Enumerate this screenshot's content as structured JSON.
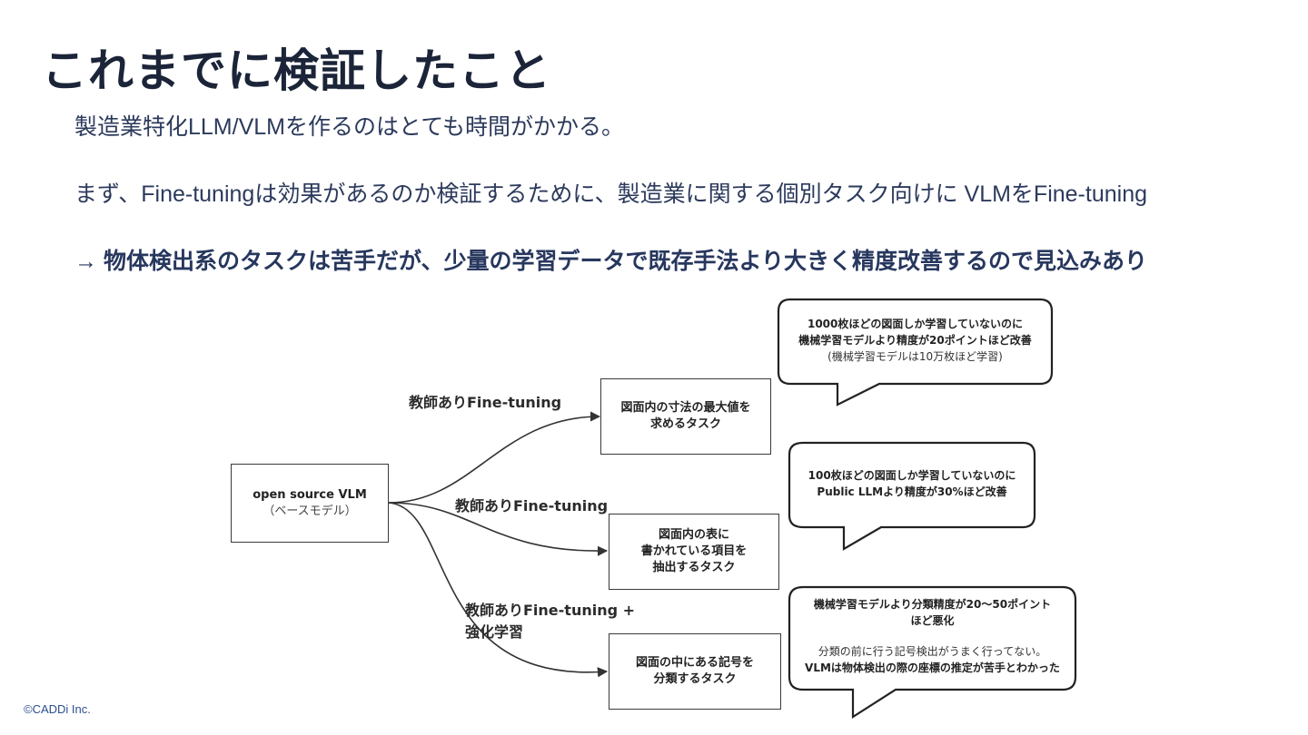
{
  "slide": {
    "title": "これまでに検証したこと",
    "line1": "製造業特化LLM/VLMを作るのはとても時間がかかる。",
    "line2": "まず、Fine-tuningは効果があるのか検証するために、製造業に関する個別タスク向けに  VLMをFine-tuning",
    "line3": "→ 物体検出系のタスクは苦手だが、少量の学習データで既存手法より大きく精度改善するので見込みあり"
  },
  "diagram": {
    "base": {
      "label": "open source VLM",
      "sub": "（ベースモデル）"
    },
    "edges": [
      {
        "label": "教師ありFine-tuning"
      },
      {
        "label": "教師ありFine-tuning"
      },
      {
        "label_line1": "教師ありFine-tuning +",
        "label_line2": "強化学習"
      }
    ],
    "tasks": [
      {
        "line1": "図面内の寸法の最大値を",
        "line2": "求めるタスク"
      },
      {
        "line1": "図面内の表に",
        "line2": "書かれている項目を",
        "line3": "抽出するタスク"
      },
      {
        "line1": "図面の中にある記号を",
        "line2": "分類するタスク"
      }
    ],
    "bubbles": [
      {
        "line1": "1000枚ほどの図面しか学習していないのに",
        "line2": "機械学習モデルより精度が20ポイントほど改善",
        "line3": "(機械学習モデルは10万枚ほど学習)"
      },
      {
        "line1": "100枚ほどの図面しか学習していないのに",
        "line2": "Public LLMより精度が30%ほど改善"
      },
      {
        "line1": "機械学習モデルより分類精度が20〜50ポイント",
        "line2": "ほど悪化",
        "line3": "分類の前に行う記号検出がうまく行ってない。",
        "line4": "VLMは物体検出の際の座標の推定が苦手とわかった"
      }
    ]
  },
  "footer": {
    "copyright": "©CADDi Inc."
  }
}
